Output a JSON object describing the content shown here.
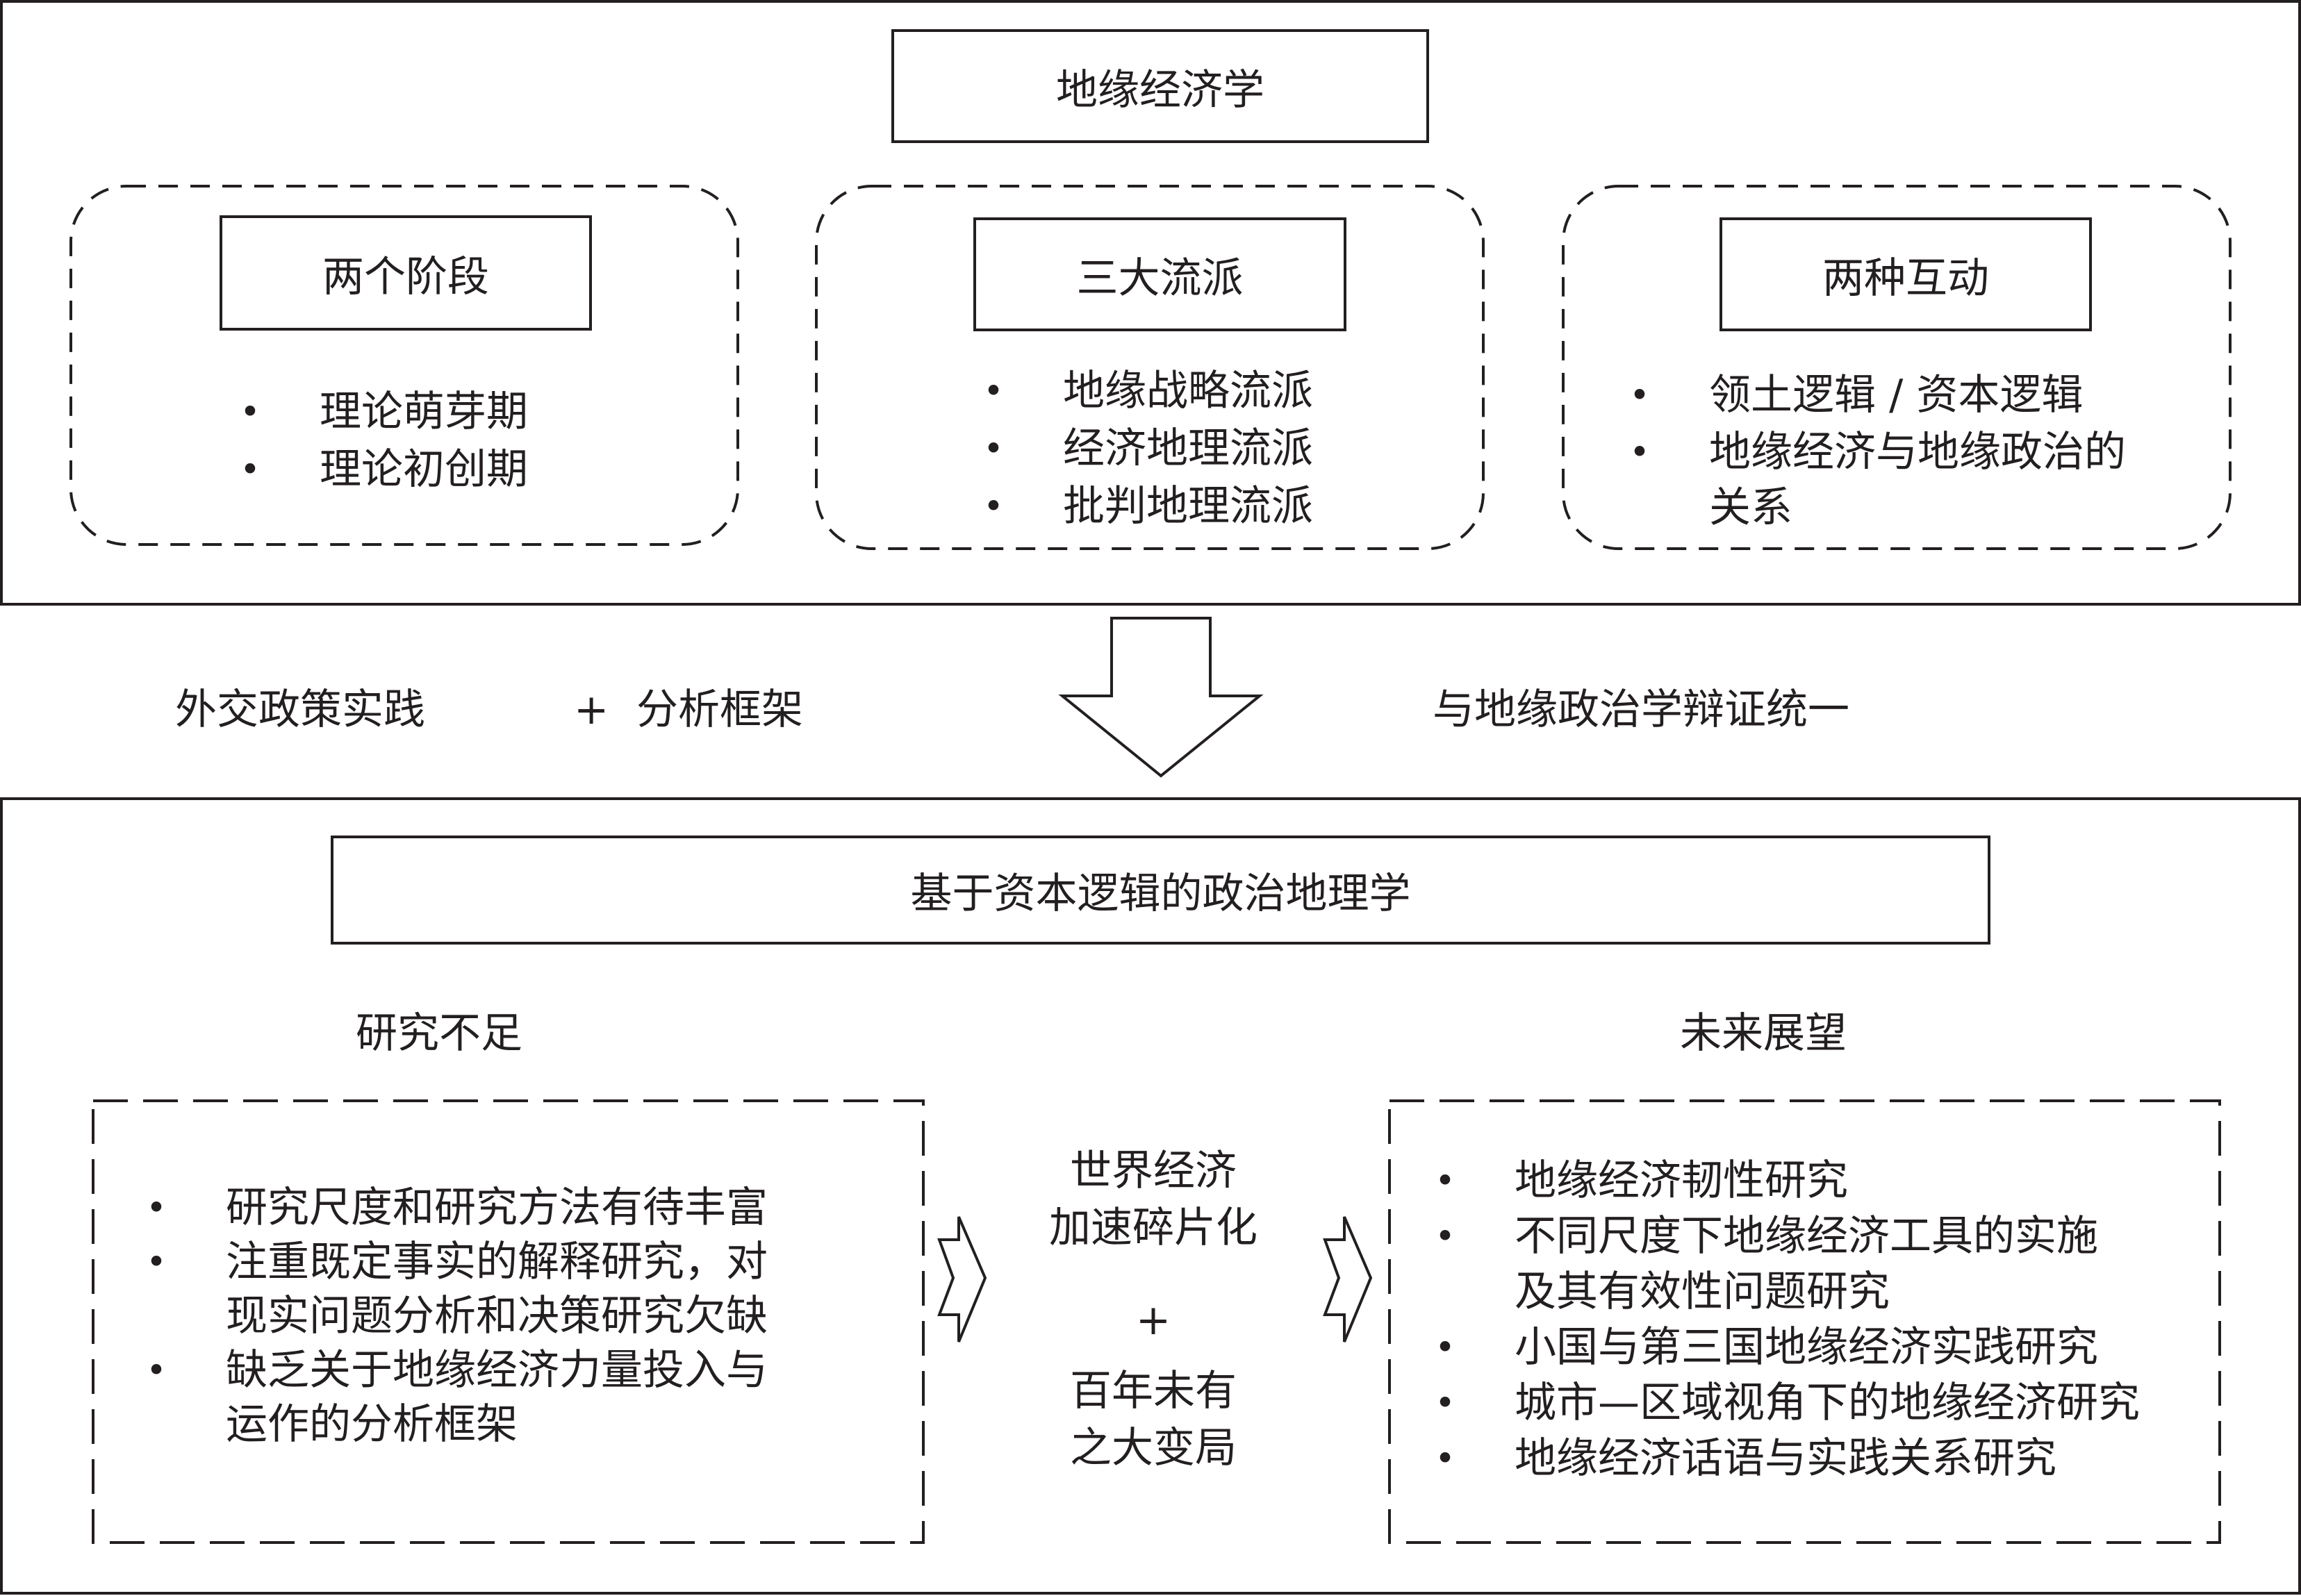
{
  "top": {
    "title": "地缘经济学",
    "groups": [
      {
        "heading": "两个阶段",
        "items": [
          "理论萌芽期",
          "理论初创期"
        ]
      },
      {
        "heading": "三大流派",
        "items": [
          "地缘战略流派",
          "经济地理流派",
          "批判地理流派"
        ]
      },
      {
        "heading": "两种互动",
        "items": [
          "领土逻辑 / 资本逻辑",
          "地缘经济与地缘政治的\n关系"
        ]
      }
    ]
  },
  "transition": {
    "left_a": "外交政策实践",
    "plus": "+",
    "left_b": "分析框架",
    "right": "与地缘政治学辩证统一"
  },
  "bottom": {
    "title": "基于资本逻辑的政治地理学",
    "left_heading": "研究不足",
    "right_heading": "未来展望",
    "left_items": [
      "研究尺度和研究方法有待丰富",
      "注重既定事实的解释研究，对\n现实问题分析和决策研究欠缺",
      "缺乏关于地缘经济力量投入与\n运作的分析框架"
    ],
    "middle_top": "世界经济\n加速碎片化",
    "middle_plus": "+",
    "middle_bottom": "百年未有\n之大变局",
    "right_items": [
      "地缘经济韧性研究",
      "不同尺度下地缘经济工具的实施\n及其有效性问题研究",
      "小国与第三国地缘经济实践研究",
      "城市—区域视角下的地缘经济研究",
      "地缘经济话语与实践关系研究"
    ]
  }
}
